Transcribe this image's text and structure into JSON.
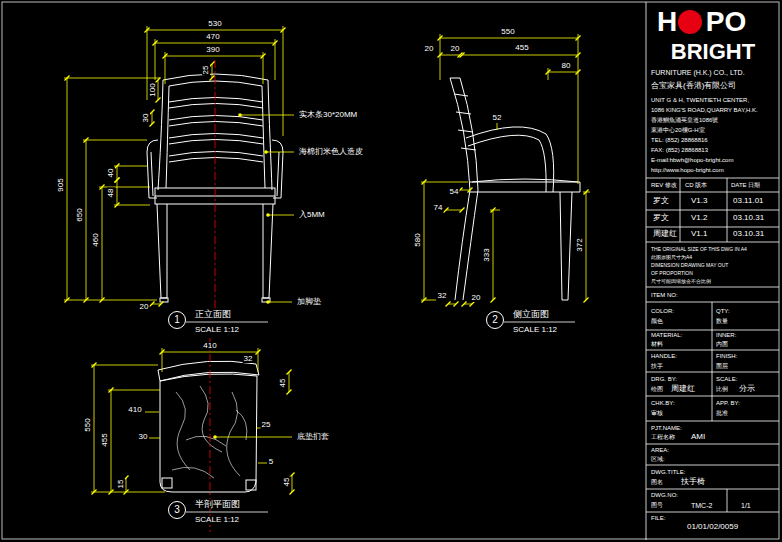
{
  "diagram": {
    "nodes": [
      {
        "text": [
          "1"
        ]
      },
      {
        "text": [
          "2"
        ]
      },
      {
        "text": [
          "3"
        ]
      }
    ],
    "labels": [
      "530",
      "470",
      "390",
      "25",
      "100",
      "30",
      "905",
      "650",
      "460",
      "40",
      "48",
      "20",
      "实木条30*20MM",
      "海棉扪米色人造皮",
      "入5MM",
      "加脚垫",
      "正立面图",
      "SCALE 1:12",
      "550",
      "20",
      "20",
      "455",
      "80",
      "52",
      "54",
      "74",
      "580",
      "333",
      "372",
      "32",
      "20",
      "侧立面图",
      "SCALE 1:12",
      "410",
      "32",
      "45",
      "410",
      "550",
      "455",
      "30",
      "25",
      "5",
      "15",
      "45",
      "底垫扪套",
      "半剖平面图",
      "SCALE 1:12",
      "H",
      "PO",
      "BRIGHT",
      "FURNITURE (H.K.) CO., LTD.",
      "合宝家具(香港)有限公司",
      "UNIT G & H, TWENTIETH CENTER,",
      "1086 KING'S ROAD,QUARRY BAY,H.K.",
      "香港鰂魚涌英皇道1086號",
      "東港中心20樓G-H室",
      "TEL: (852) 28868816",
      "FAX: (852) 28868813",
      "E-mail:hbwh@hopo-bright.com",
      "http://www.hopo-bright.com",
      "REV 修改",
      "CD 版本",
      "DATE 日期",
      "罗文",
      "V1.3",
      "03.11.01",
      "罗文",
      "V1.2",
      "03.10.31",
      "周建红",
      "V1.1",
      "03.10.31",
      "THE ORIGINAL SIZE OF THIS DWG IN A4",
      "此图原图尺寸为A4",
      "DIMENSION DRAWING MAY OUT",
      "OF PROPORTION",
      "尺寸可能因缩放会不合比例",
      "ITEM NO:",
      "COLOR:",
      "颜色",
      "QTY:",
      "数量",
      "MATERIAL:",
      "材料",
      "INNER:",
      "内面",
      "HANDLE:",
      "扶手",
      "FINISH:",
      "面层",
      "DRG. BY:",
      "绘图",
      "周建红",
      "SCALE:",
      "比例",
      "分示",
      "CHK.BY:",
      "审核",
      "APP. BY:",
      "批准",
      "PJT.NAME:",
      "工程名称",
      "AMI",
      "AREA:",
      "区域:",
      "DWG.TITLE:",
      "图名",
      "扶手椅",
      "DWG.NO:",
      "图号",
      "TMC-2",
      "1/1",
      "FILE:",
      "01/01/02/0059"
    ]
  }
}
